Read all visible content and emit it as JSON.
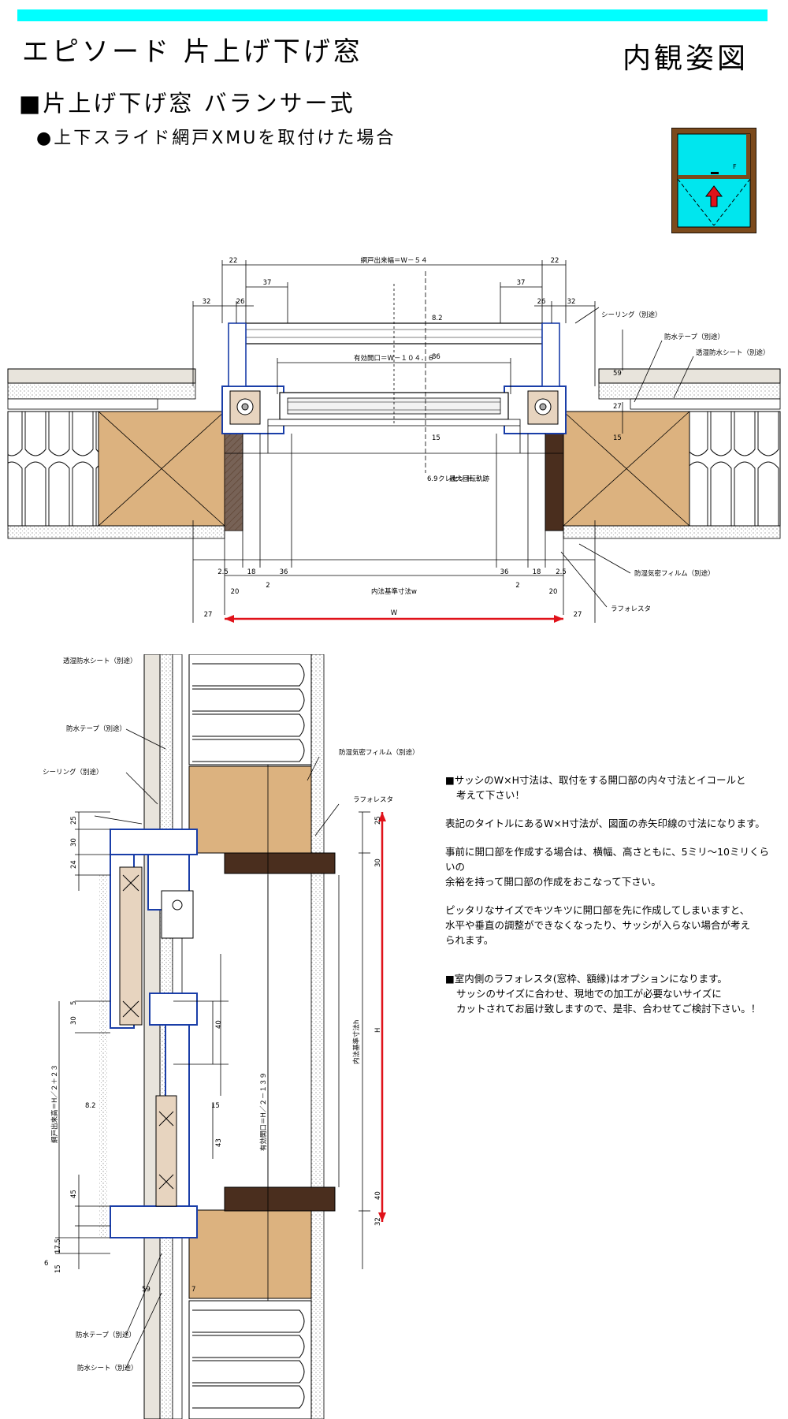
{
  "header": {
    "title": "エピソード 片上げ下げ窓",
    "view_label": "内観姿図",
    "subtitle": "■片上げ下げ窓 バランサー式",
    "subtitle2": "●上下スライド網戸XMUを取付けた場合"
  },
  "icon": {
    "label": "F"
  },
  "plan": {
    "dim_screen_width": "網戸出来幅＝W－５４",
    "dim_22": "22",
    "dim_37": "37",
    "dim_32": "32",
    "dim_26": "26",
    "dim_8_2": "8.2",
    "dim_effective": "有効開口＝W－１０４．６",
    "dim_59": "59",
    "dim_86": "86",
    "dim_27": "27",
    "dim_15": "15",
    "crescent1": "6.9",
    "crescent2": "クレセント",
    "crescent3": "最大回転軌跡",
    "dim_2_5": "2.5",
    "dim_18": "18",
    "dim_36": "36",
    "dim_20": "20",
    "dim_2": "2",
    "dim_inner": "内法基準寸法w",
    "dim_W": "W",
    "label_sealing": "シーリング（別途）",
    "label_tape": "防水テープ（別途）",
    "label_sheet": "透湿防水シート（別途）",
    "label_film": "防湿気密フィルム（別途）",
    "label_lafo": "ラフォレスタ"
  },
  "section": {
    "label_sheet": "透湿防水シート（別途）",
    "label_tape": "防水テープ（別途）",
    "label_sealing": "シーリング（別途）",
    "label_film": "防湿気密フィルム（別途）",
    "label_lafo": "ラフォレスタ",
    "dim_25": "25",
    "dim_30": "30",
    "dim_24": "24",
    "dim_5": "5",
    "dim_40": "40",
    "dim_15": "15",
    "dim_8_2": "8.2",
    "dim_45": "45",
    "dim_43": "43",
    "dim_17_5": "17.5",
    "dim_6": "6",
    "dim_32": "32",
    "dim_59": "59",
    "dim_7": "7",
    "dim_screen_h": "網戸出来高＝H／２＋２３",
    "dim_effective_h": "有効開口＝H／２－１３９",
    "dim_inner_h": "内法基準寸法h",
    "dim_H": "H",
    "label_tape2": "防水テープ（別途）",
    "label_sheet2": "防水シート（別途）"
  },
  "notes": {
    "n1a": "■サッシのW×H寸法は、取付をする開口部の内々寸法とイコールと",
    "n1b": "考えて下さい！",
    "n2": "表記のタイトルにあるW×H寸法が、図面の赤矢印線の寸法になります。",
    "n3a": "事前に開口部を作成する場合は、横幅、高さともに、5ミリ～10ミリくらいの",
    "n3b": "余裕を持って開口部の作成をおこなって下さい。",
    "n4a": "ピッタリなサイズでキツキツに開口部を先に作成してしまいますと、",
    "n4b": "水平や垂直の調整ができなくなったり、サッシが入らない場合が考え",
    "n4c": "られます。",
    "n5a": "■室内側のラフォレスタ(窓枠、額縁)はオプションになります。",
    "n5b": "サッシのサイズに合わせ、現地での加工が必要ないサイズに",
    "n5c": "カットされてお届け致しますので、是非、合わせてご検討下さい。！"
  },
  "colors": {
    "accent": "#00ffff",
    "wood": "#dcb27f",
    "dark_wood": "#4a2e1e",
    "red": "#e0121a",
    "sash_blue": "#1a3ea8"
  }
}
